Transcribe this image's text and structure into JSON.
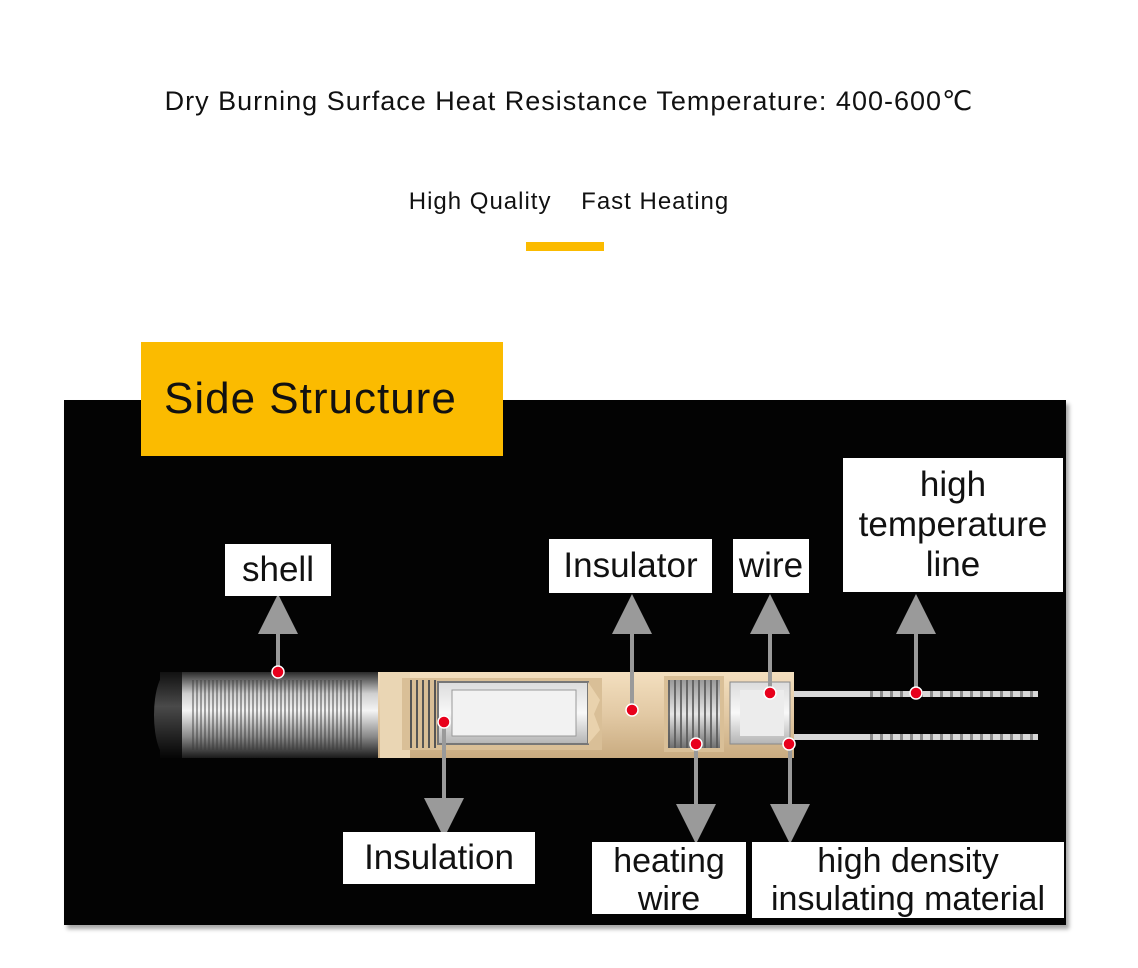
{
  "header": {
    "headline": "Dry Burning Surface Heat Resistance Temperature: 400-600℃",
    "tag_left": "High Quality",
    "tag_right": "Fast Heating"
  },
  "section": {
    "title": "Side Structure"
  },
  "labels": {
    "shell": "shell",
    "insulator": "Insulator",
    "wire": "wire",
    "high_temp_line": [
      "high",
      "temperature",
      "line"
    ],
    "insulation": "Insulation",
    "heating_wire": [
      "heating",
      "wire"
    ],
    "high_density": [
      "high density",
      "insulating material"
    ]
  },
  "colors": {
    "accent": "#FBBB00",
    "panel": "#030303",
    "marker": "#E8001C",
    "arrow": "#9A9A9A",
    "insulator_tan": "#E2C9A4"
  }
}
